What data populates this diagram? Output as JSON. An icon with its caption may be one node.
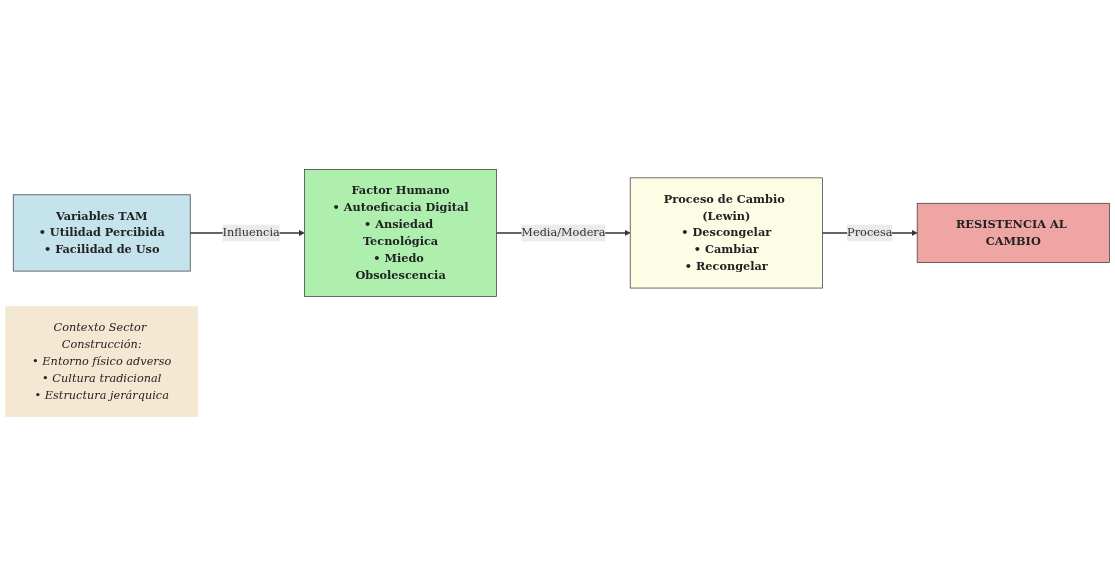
{
  "diagram": {
    "nodes": [
      {
        "text": [
          "Variables TAM",
          "• Utilidad Percibida",
          "• Facilidad de Uso"
        ]
      },
      {
        "text": [
          "Factor Humano",
          "• Autoeficacia Digital",
          "• Ansiedad Tecnológica",
          "• Miedo Obsolescencia"
        ]
      },
      {
        "text": [
          "Proceso de Cambio (Lewin)",
          "• Descongelar",
          "• Cambiar",
          "• Recongelar"
        ]
      },
      {
        "text": [
          "RESISTENCIA AL CAMBIO"
        ]
      },
      {
        "text": [
          "Contexto Sector Construcción:",
          "• Entorno físico adverso",
          "• Cultura tradicional",
          "• Estructura jerárquica"
        ]
      }
    ],
    "edges": [
      {
        "from": 0,
        "to": 1,
        "arrow": "to",
        "label": "Influencia"
      },
      {
        "from": 1,
        "to": 2,
        "arrow": "to",
        "label": "Media/Modera"
      },
      {
        "from": 2,
        "to": 3,
        "arrow": "to",
        "label": "Procesa"
      }
    ]
  }
}
